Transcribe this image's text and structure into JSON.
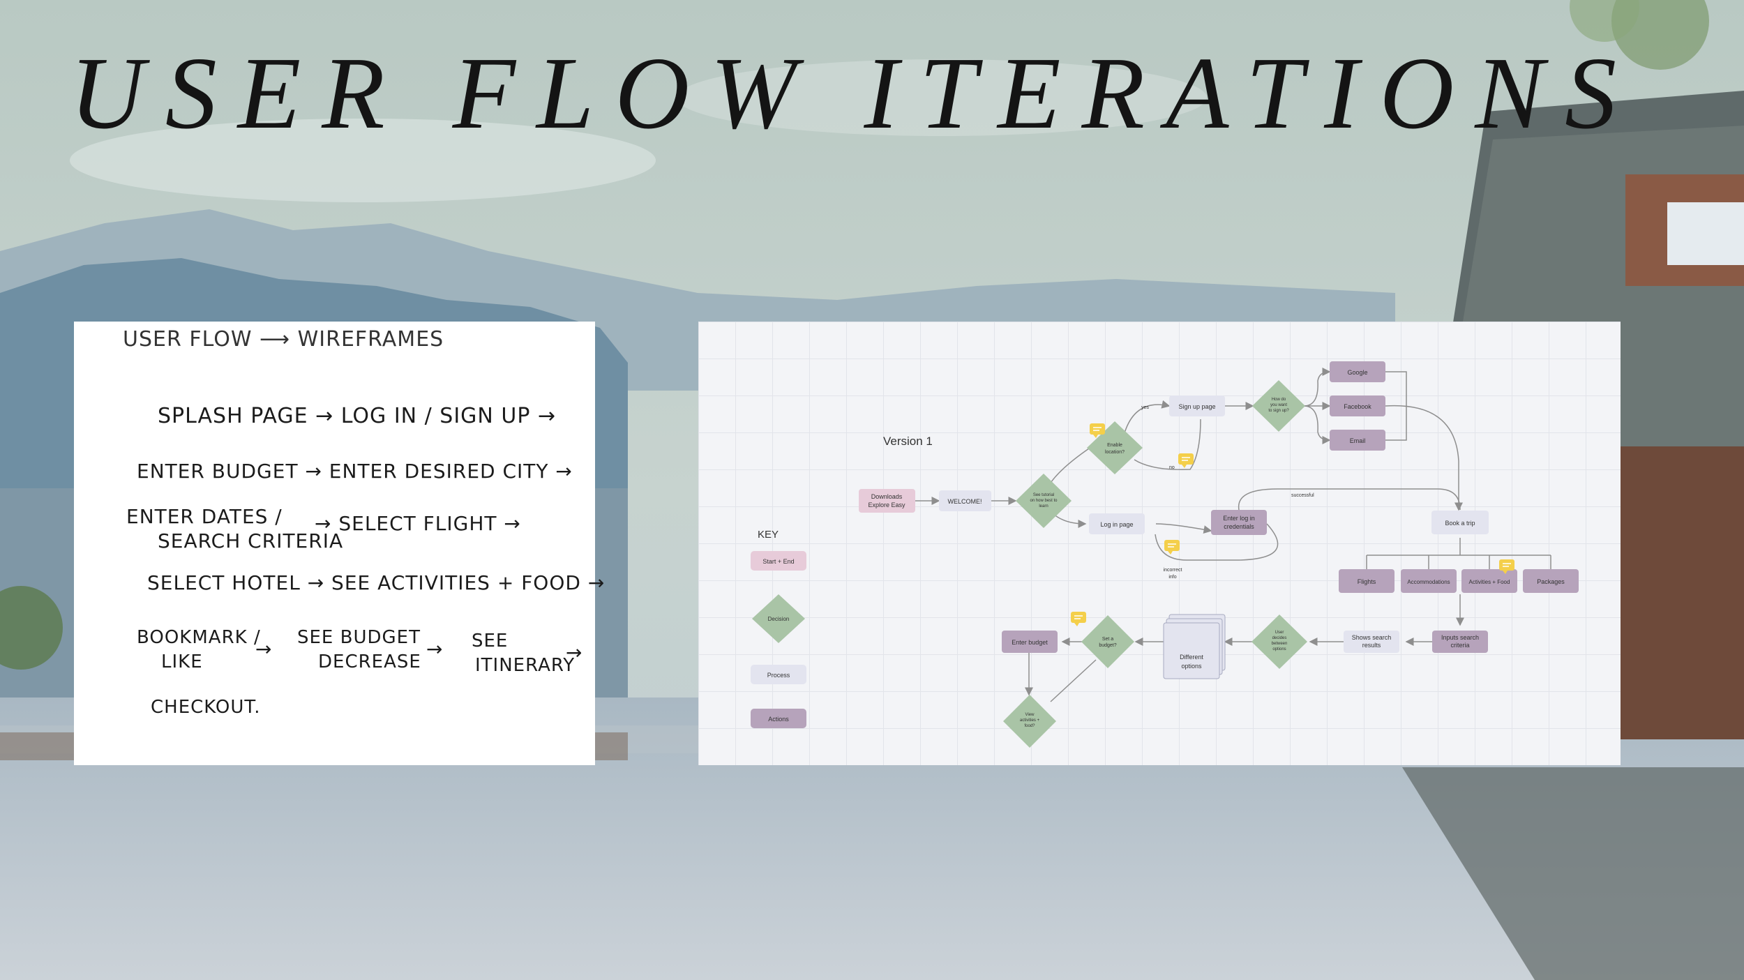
{
  "title": "USER FLOW ITERATIONS",
  "sketch": {
    "heading": "USER FLOW ⟶ WIREFRAMES",
    "lines": [
      "SPLASH PAGE → LOG IN / SIGN UP →",
      "ENTER BUDGET → ENTER DESIRED CITY →",
      "ENTER DATES /",
      "SEARCH CRITERIA",
      "→ SELECT FLIGHT →",
      "SELECT HOTEL → SEE ACTIVITIES + FOOD →",
      "BOOKMARK /",
      "LIKE",
      "→",
      "SEE BUDGET",
      "DECREASE",
      "→",
      "SEE",
      "ITINERARY",
      "→",
      "CHECKOUT."
    ]
  },
  "flow": {
    "version": "Version 1",
    "key": {
      "title": "KEY",
      "start_end": "Start + End",
      "decision": "Decision",
      "process": "Process",
      "actions": "Actions"
    },
    "nodes": {
      "downloads_1": "Downloads",
      "downloads_2": "Explore Easy",
      "welcome": "WELCOME!",
      "seen_tut_1": "See tutorial",
      "seen_tut_2": "on how best to",
      "seen_tut_3": "learn",
      "enable_1": "Enable",
      "enable_2": "location?",
      "signup": "Sign up page",
      "how_1": "How do",
      "how_2": "you want",
      "how_3": "to sign up?",
      "google": "Google",
      "facebook": "Facebook",
      "email": "Email",
      "login": "Log in page",
      "enter_cred_1": "Enter log in",
      "enter_cred_2": "credentials",
      "book": "Book a trip",
      "flights": "Flights",
      "accom": "Accommodations",
      "activities": "Activities + Food",
      "packages": "Packages",
      "inputs_1": "Inputs search",
      "inputs_2": "criteria",
      "shows_1": "Shows search",
      "shows_2": "results",
      "user_dec_1": "User",
      "user_dec_2": "decides",
      "user_dec_3": "between",
      "user_dec_4": "options",
      "diff_1": "Different",
      "diff_2": "options",
      "set_budget_1": "Set a",
      "set_budget_2": "budget?",
      "enter_budget": "Enter budget",
      "view_1": "View",
      "view_2": "activities +",
      "view_3": "food?"
    },
    "edge_labels": {
      "yes": "yes",
      "no": "no",
      "successful": "successful",
      "incorrect_1": "incorrect",
      "incorrect_2": "info"
    },
    "colors": {
      "start_end": "#e7cbd9",
      "decision": "#a9c4a6",
      "process": "#e3e4ef",
      "action": "#b6a3bb",
      "comment": "#f4cf4a",
      "line": "#8e8e8e"
    }
  }
}
